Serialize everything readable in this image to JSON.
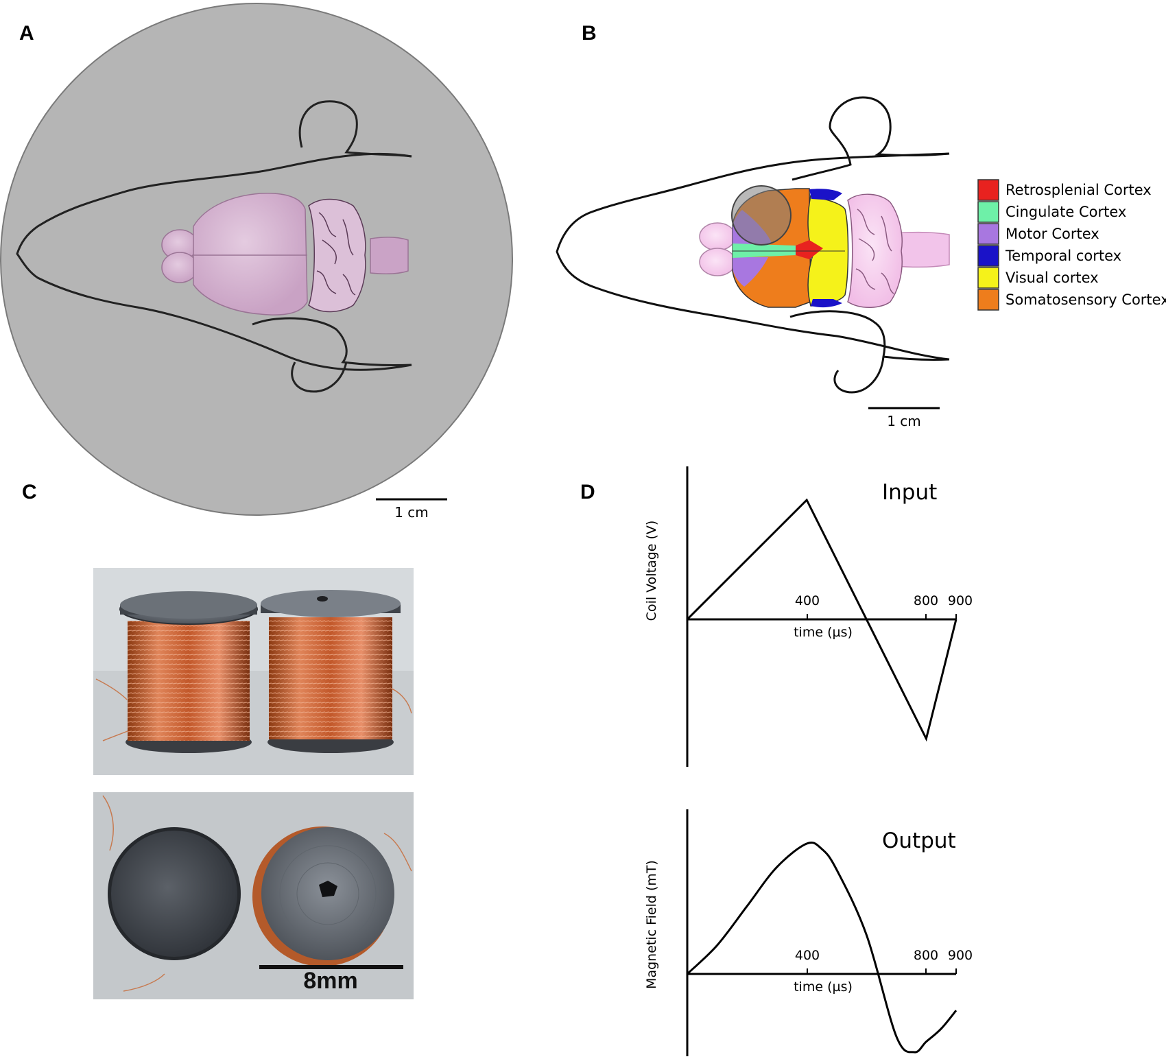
{
  "panels": {
    "a": {
      "label": "A",
      "scale_bar": "1 cm"
    },
    "b": {
      "label": "B",
      "scale_bar": "1 cm",
      "legend": [
        {
          "label": "Retrosplenial Cortex",
          "color": "#e8221f"
        },
        {
          "label": "Cingulate Cortex",
          "color": "#6ef0a8"
        },
        {
          "label": "Motor Cortex",
          "color": "#a877e0"
        },
        {
          "label": "Temporal cortex",
          "color": "#1a12c8"
        },
        {
          "label": "Visual cortex",
          "color": "#f5f21a"
        },
        {
          "label": "Somatosensory Cortex",
          "color": "#ee7d1c"
        }
      ]
    },
    "c": {
      "label": "C",
      "scale_label": "8mm"
    },
    "d": {
      "label": "D",
      "input": {
        "title": "Input",
        "ylabel": "Coil Voltage (V)",
        "xlabel": "time (µs)",
        "ticks": [
          "400",
          "800",
          "900"
        ]
      },
      "output": {
        "title": "Output",
        "ylabel": "Magnetic Field (mT)",
        "xlabel": "time (µs)",
        "ticks": [
          "400",
          "800",
          "900"
        ]
      }
    }
  },
  "chart_data": [
    {
      "type": "line",
      "title": "Input",
      "xlabel": "time (µs)",
      "ylabel": "Coil Voltage (V)",
      "x": [
        0,
        400,
        800,
        900
      ],
      "y": [
        0,
        1,
        -1,
        0
      ],
      "xticks": [
        400,
        800,
        900
      ]
    },
    {
      "type": "line",
      "title": "Output",
      "xlabel": "time (µs)",
      "ylabel": "Magnetic Field (mT)",
      "x": [
        0,
        100,
        200,
        300,
        400,
        450,
        500,
        600,
        700,
        760,
        800,
        850,
        900
      ],
      "y": [
        0,
        0.22,
        0.52,
        0.82,
        1.0,
        0.96,
        0.8,
        0.3,
        -0.48,
        -0.6,
        -0.52,
        -0.42,
        -0.28
      ],
      "xticks": [
        400,
        800,
        900
      ]
    }
  ]
}
